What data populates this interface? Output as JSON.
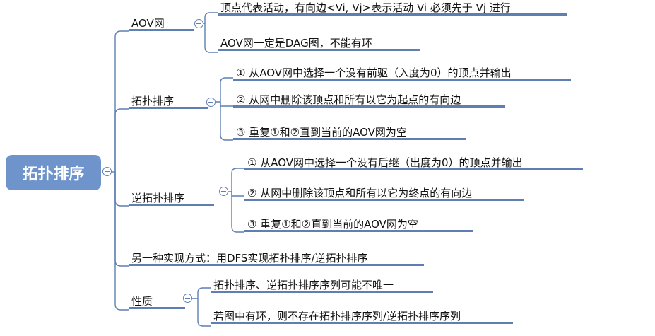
{
  "root": "拓扑排序",
  "branches": [
    {
      "label": "AOV网",
      "children": [
        "顶点代表活动，有向边<Vi, Vj>表示活动 Vi 必须先于 Vj 进行",
        "AOV网一定是DAG图，不能有环"
      ]
    },
    {
      "label": "拓扑排序",
      "children": [
        "① 从AOV网中选择一个没有前驱（入度为0）的顶点并输出",
        "② 从网中删除该顶点和所有以它为起点的有向边",
        "③ 重复①和②直到当前的AOV网为空"
      ]
    },
    {
      "label": "逆拓扑排序",
      "children": [
        "① 从AOV网中选择一个没有后继（出度为0）的顶点并输出",
        "② 从网中删除该顶点和所有以它为终点的有向边",
        "③ 重复①和②直到当前的AOV网为空"
      ]
    },
    {
      "label": "另一种实现方式：用DFS实现拓扑排序/逆拓扑排序",
      "children": []
    },
    {
      "label": "性质",
      "children": [
        "拓扑排序、逆拓扑排序序列可能不唯一",
        "若图中有环，则不存在拓扑排序序列/逆拓扑排序序列"
      ]
    }
  ],
  "colors": {
    "line": "#5f7fb3",
    "root": "#6e94cb"
  },
  "icons": {
    "toggle": "collapse-minus-icon"
  }
}
